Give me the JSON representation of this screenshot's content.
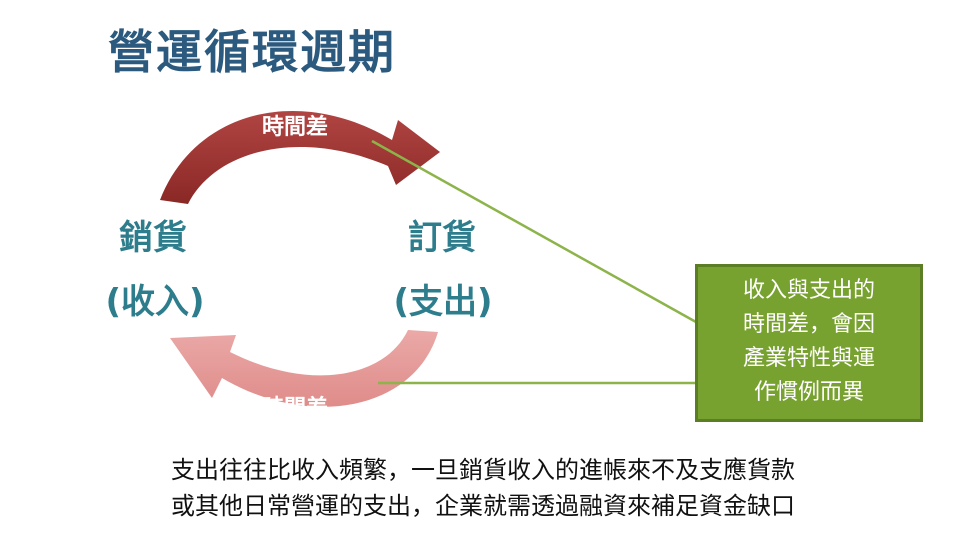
{
  "title": "營運循環週期",
  "nodes": {
    "sales": {
      "line1": "銷貨",
      "line2": "(收入)"
    },
    "order": {
      "line1": "訂貨",
      "line2": "(支出)"
    }
  },
  "arrows": {
    "top_label": "時間差",
    "bottom_label": "時間差",
    "top_color": "#9b2f2c",
    "bottom_color": "#e49a98"
  },
  "callout": {
    "lines": [
      "收入與支出的",
      "時間差，會因",
      "產業特性與運",
      "作慣例而異"
    ],
    "color": "#78a22f"
  },
  "caption": {
    "lines": [
      "支出往往比收入頻繁，一旦銷貨收入的進帳來不及支應貨款",
      "或其他日常營運的支出，企業就需透過融資來補足資金缺口"
    ]
  }
}
